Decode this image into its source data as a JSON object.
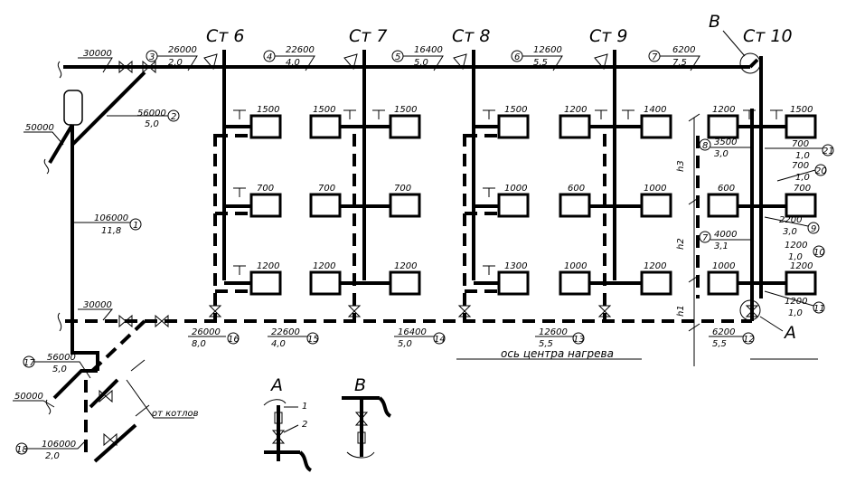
{
  "risers": [
    "Ст 6",
    "Ст 7",
    "Ст 8",
    "Ст 9",
    "Ст 10"
  ],
  "callouts": {
    "a": "А",
    "b": "В"
  },
  "supply_sections": [
    {
      "id": "3",
      "load": "26000",
      "dia": "2,0"
    },
    {
      "id": "4",
      "load": "22600",
      "dia": "4,0"
    },
    {
      "id": "5",
      "load": "16400",
      "dia": "5,0"
    },
    {
      "id": "6",
      "load": "12600",
      "dia": "5,5"
    },
    {
      "id": "7",
      "load": "6200",
      "dia": "7,5"
    }
  ],
  "return_sections": [
    {
      "id": "16",
      "load": "26000",
      "dia": "8,0"
    },
    {
      "id": "15",
      "load": "22600",
      "dia": "4,0"
    },
    {
      "id": "14",
      "load": "16400",
      "dia": "5,0"
    },
    {
      "id": "13",
      "load": "12600",
      "dia": "5,5"
    },
    {
      "id": "12",
      "load": "6200",
      "dia": "5,5"
    }
  ],
  "main_line": {
    "top_load": "30000",
    "return_load": "30000",
    "branch2": {
      "id": "2",
      "load": "56000",
      "dia": "5,0"
    },
    "tank_line_load": "50000",
    "main1": {
      "id": "1",
      "load": "106000",
      "dia": "11,8"
    },
    "s17": {
      "id": "17",
      "load": "56000",
      "dia": "5,0"
    },
    "s17_side_load": "50000",
    "s18": {
      "id": "18",
      "load": "106000",
      "dia": "2,0"
    },
    "boiler_note": "от котлов"
  },
  "radiators": {
    "st6": {
      "r1": "1500",
      "r2": "700",
      "r3": "1200"
    },
    "st7": {
      "l1": "1500",
      "r1": "1500",
      "l2": "700",
      "r2": "700",
      "l3": "1200",
      "r3": "1200"
    },
    "st8": {
      "r1": "1500",
      "r2": "1000",
      "r3": "1300"
    },
    "st9": {
      "l1": "1200",
      "r1": "1400",
      "l2": "600",
      "r2": "1000",
      "l3": "1000",
      "r3": "1200"
    },
    "st10": {
      "l1": "1200",
      "r1": "1500",
      "l2": "600",
      "r2": "700",
      "l3": "1000",
      "r3": "1200"
    }
  },
  "st10_sections": [
    {
      "id": "8",
      "load": "3500",
      "dia": "3,0"
    },
    {
      "id": "21",
      "load": "700",
      "dia": "1,0"
    },
    {
      "id": "20",
      "load": "700",
      "dia": "1,0"
    },
    {
      "id": "9",
      "load": "2200",
      "dia": "3,0"
    },
    {
      "id": "7",
      "load": "4000",
      "dia": "3,1"
    },
    {
      "id": "10",
      "load": "1200",
      "dia": "1,0"
    },
    {
      "id": "11",
      "load": "1200",
      "dia": "1,0"
    }
  ],
  "heights": [
    "h3",
    "h2",
    "h1"
  ],
  "axis_label": "ось центра нагрева",
  "detail_nums": [
    "1",
    "2"
  ]
}
